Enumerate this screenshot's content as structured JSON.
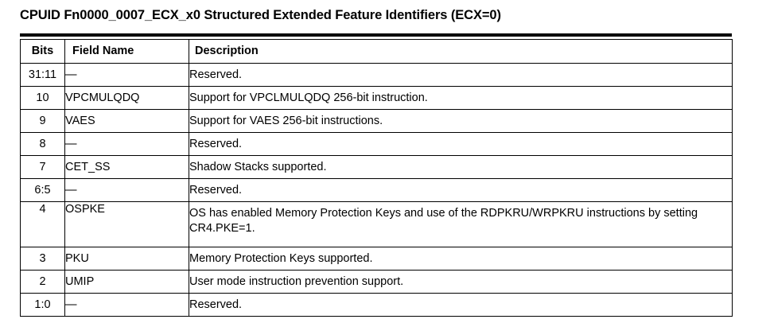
{
  "document": {
    "title": "CPUID Fn0000_0007_ECX_x0 Structured Extended Feature Identifiers (ECX=0)"
  },
  "table": {
    "columns": [
      "Bits",
      "Field Name",
      "Description"
    ],
    "rows": [
      {
        "bits": "31:11",
        "field": "—",
        "description": "Reserved."
      },
      {
        "bits": "10",
        "field": "VPCMULQDQ",
        "description": "Support for VPCLMULQDQ 256-bit instruction."
      },
      {
        "bits": "9",
        "field": "VAES",
        "description": "Support for VAES 256-bit instructions."
      },
      {
        "bits": "8",
        "field": "—",
        "description": "Reserved."
      },
      {
        "bits": "7",
        "field": "CET_SS",
        "description": "Shadow Stacks supported."
      },
      {
        "bits": "6:5",
        "field": "—",
        "description": "Reserved."
      },
      {
        "bits": "4",
        "field": "OSPKE",
        "description": "OS has enabled Memory Protection Keys and use of the RDPKRU/WRPKRU instructions by setting CR4.PKE=1."
      },
      {
        "bits": "3",
        "field": "PKU",
        "description": "Memory Protection Keys supported."
      },
      {
        "bits": "2",
        "field": "UMIP",
        "description": "User mode instruction prevention support."
      },
      {
        "bits": "1:0",
        "field": "—",
        "description": "Reserved."
      }
    ]
  }
}
